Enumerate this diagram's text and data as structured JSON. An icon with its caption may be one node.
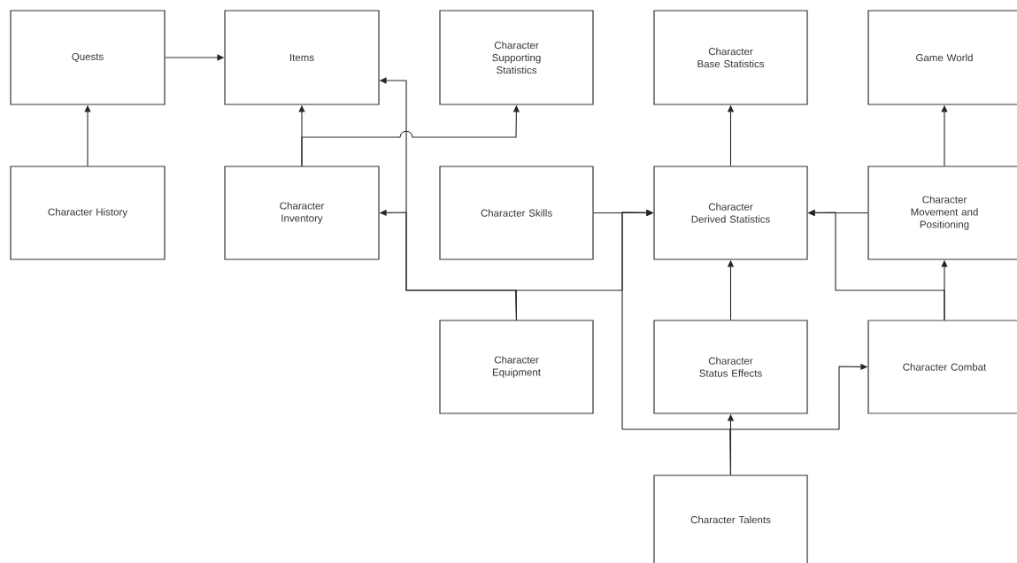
{
  "diagram": {
    "nodes": [
      {
        "text": [
          "Quests"
        ]
      },
      {
        "text": [
          "Items"
        ]
      },
      {
        "text": [
          "Character Supporting Statistics"
        ]
      },
      {
        "text": [
          "Character Base Statistics"
        ]
      },
      {
        "text": [
          "Game World"
        ]
      },
      {
        "text": [
          "Character History"
        ]
      },
      {
        "text": [
          "Character Inventory"
        ]
      },
      {
        "text": [
          "Character Skills"
        ]
      },
      {
        "text": [
          "Character Derived Statistics"
        ]
      },
      {
        "text": [
          "Character Movement and Positioning"
        ]
      },
      {
        "text": [
          "Character Equipment"
        ]
      },
      {
        "text": [
          "Character Status Effects"
        ]
      },
      {
        "text": [
          "Character Combat"
        ]
      },
      {
        "text": [
          "Character Talents"
        ]
      }
    ],
    "edges": [
      {
        "from": 5,
        "to": 0,
        "arrow": "to"
      },
      {
        "from": 0,
        "to": 1,
        "arrow": "to"
      },
      {
        "from": 6,
        "to": 1,
        "arrow": "to"
      },
      {
        "from": 6,
        "to": 2,
        "arrow": "to"
      },
      {
        "from": 10,
        "to": 1,
        "arrow": "to"
      },
      {
        "from": 10,
        "to": 6,
        "arrow": "to"
      },
      {
        "from": 10,
        "to": 8,
        "arrow": "to"
      },
      {
        "from": 7,
        "to": 8,
        "arrow": "to"
      },
      {
        "from": 13,
        "to": 8,
        "arrow": "to"
      },
      {
        "from": 13,
        "to": 11,
        "arrow": "to"
      },
      {
        "from": 13,
        "to": 12,
        "arrow": "to"
      },
      {
        "from": 11,
        "to": 8,
        "arrow": "to"
      },
      {
        "from": 8,
        "to": 3,
        "arrow": "to"
      },
      {
        "from": 9,
        "to": 4,
        "arrow": "to"
      },
      {
        "from": 9,
        "to": 8,
        "arrow": "to"
      },
      {
        "from": 12,
        "to": 9,
        "arrow": "to"
      },
      {
        "from": 12,
        "to": 8,
        "arrow": "to"
      }
    ]
  }
}
